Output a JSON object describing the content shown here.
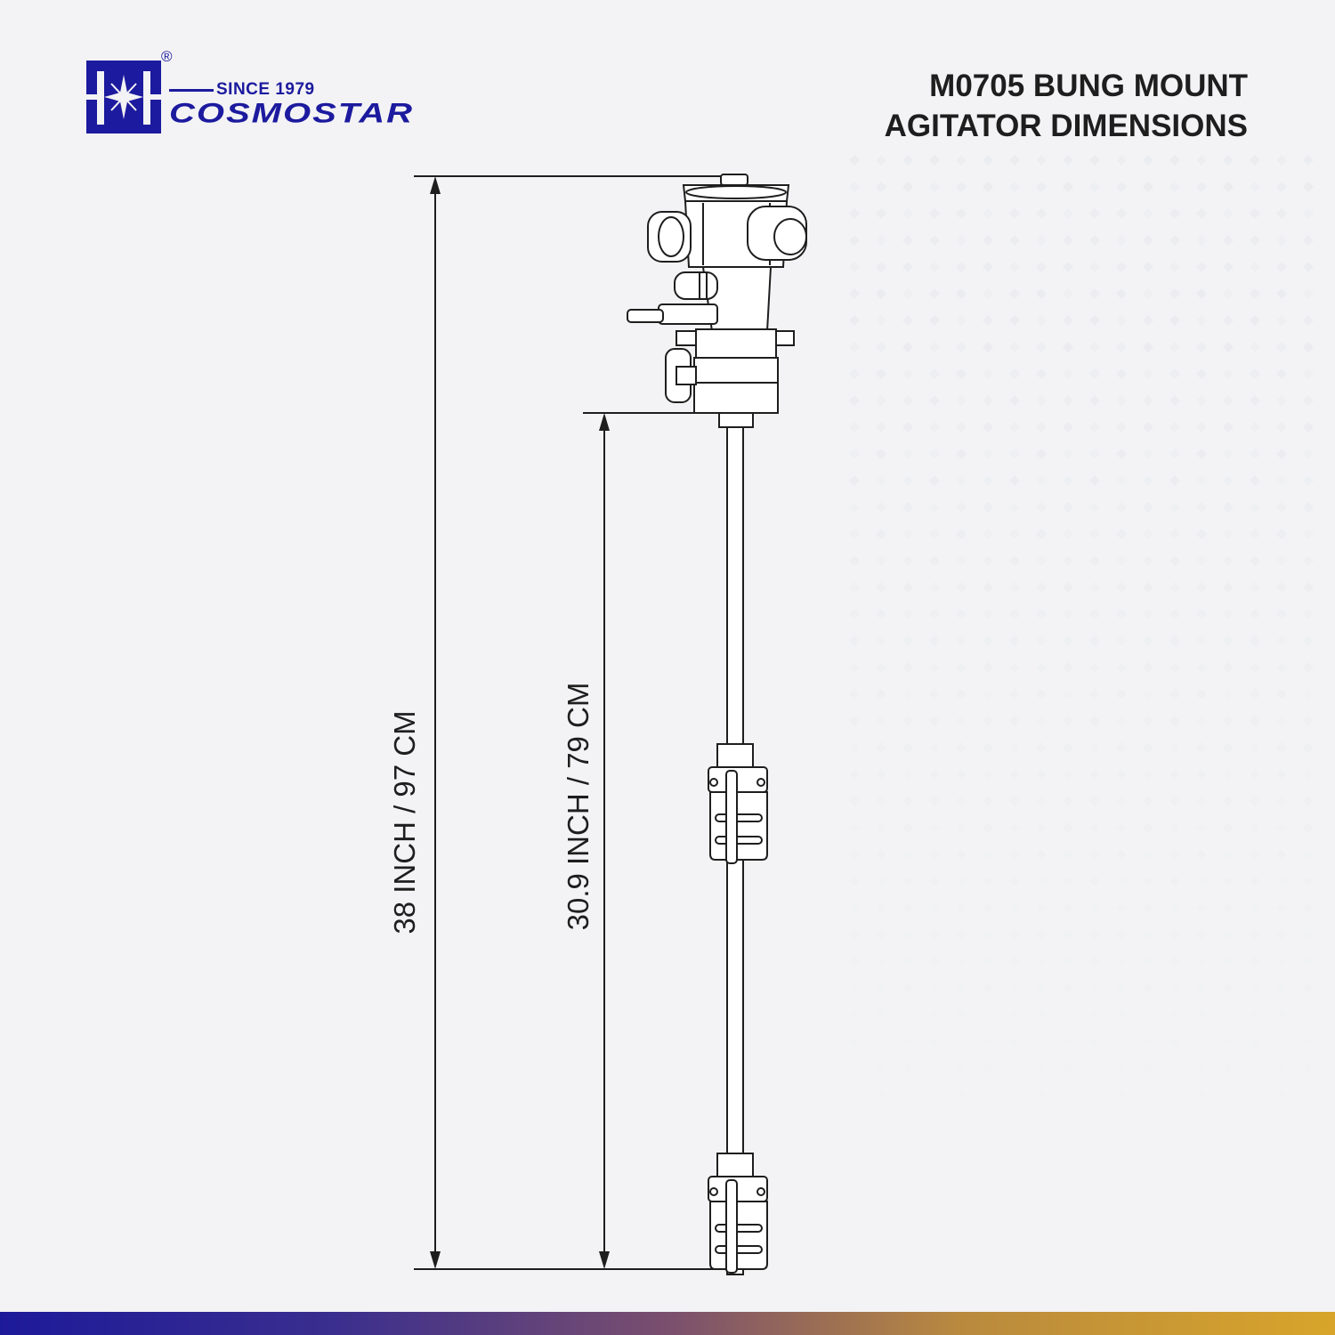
{
  "brand": {
    "since": "SINCE 1979",
    "name": "COSMOSTAR",
    "registered_mark": "®",
    "color": "#1c1a9e"
  },
  "title": {
    "line1": "M0705 BUNG MOUNT",
    "line2": "AGITATOR DIMENSIONS"
  },
  "dimensions": {
    "overall": "38 INCH / 97 CM",
    "shaft": "30.9 INCH / 79 CM"
  },
  "colors": {
    "line": "#1e1e1e",
    "background": "#f3f3f5",
    "bar_start": "#1d1a9a",
    "bar_end": "#d8a52a"
  }
}
